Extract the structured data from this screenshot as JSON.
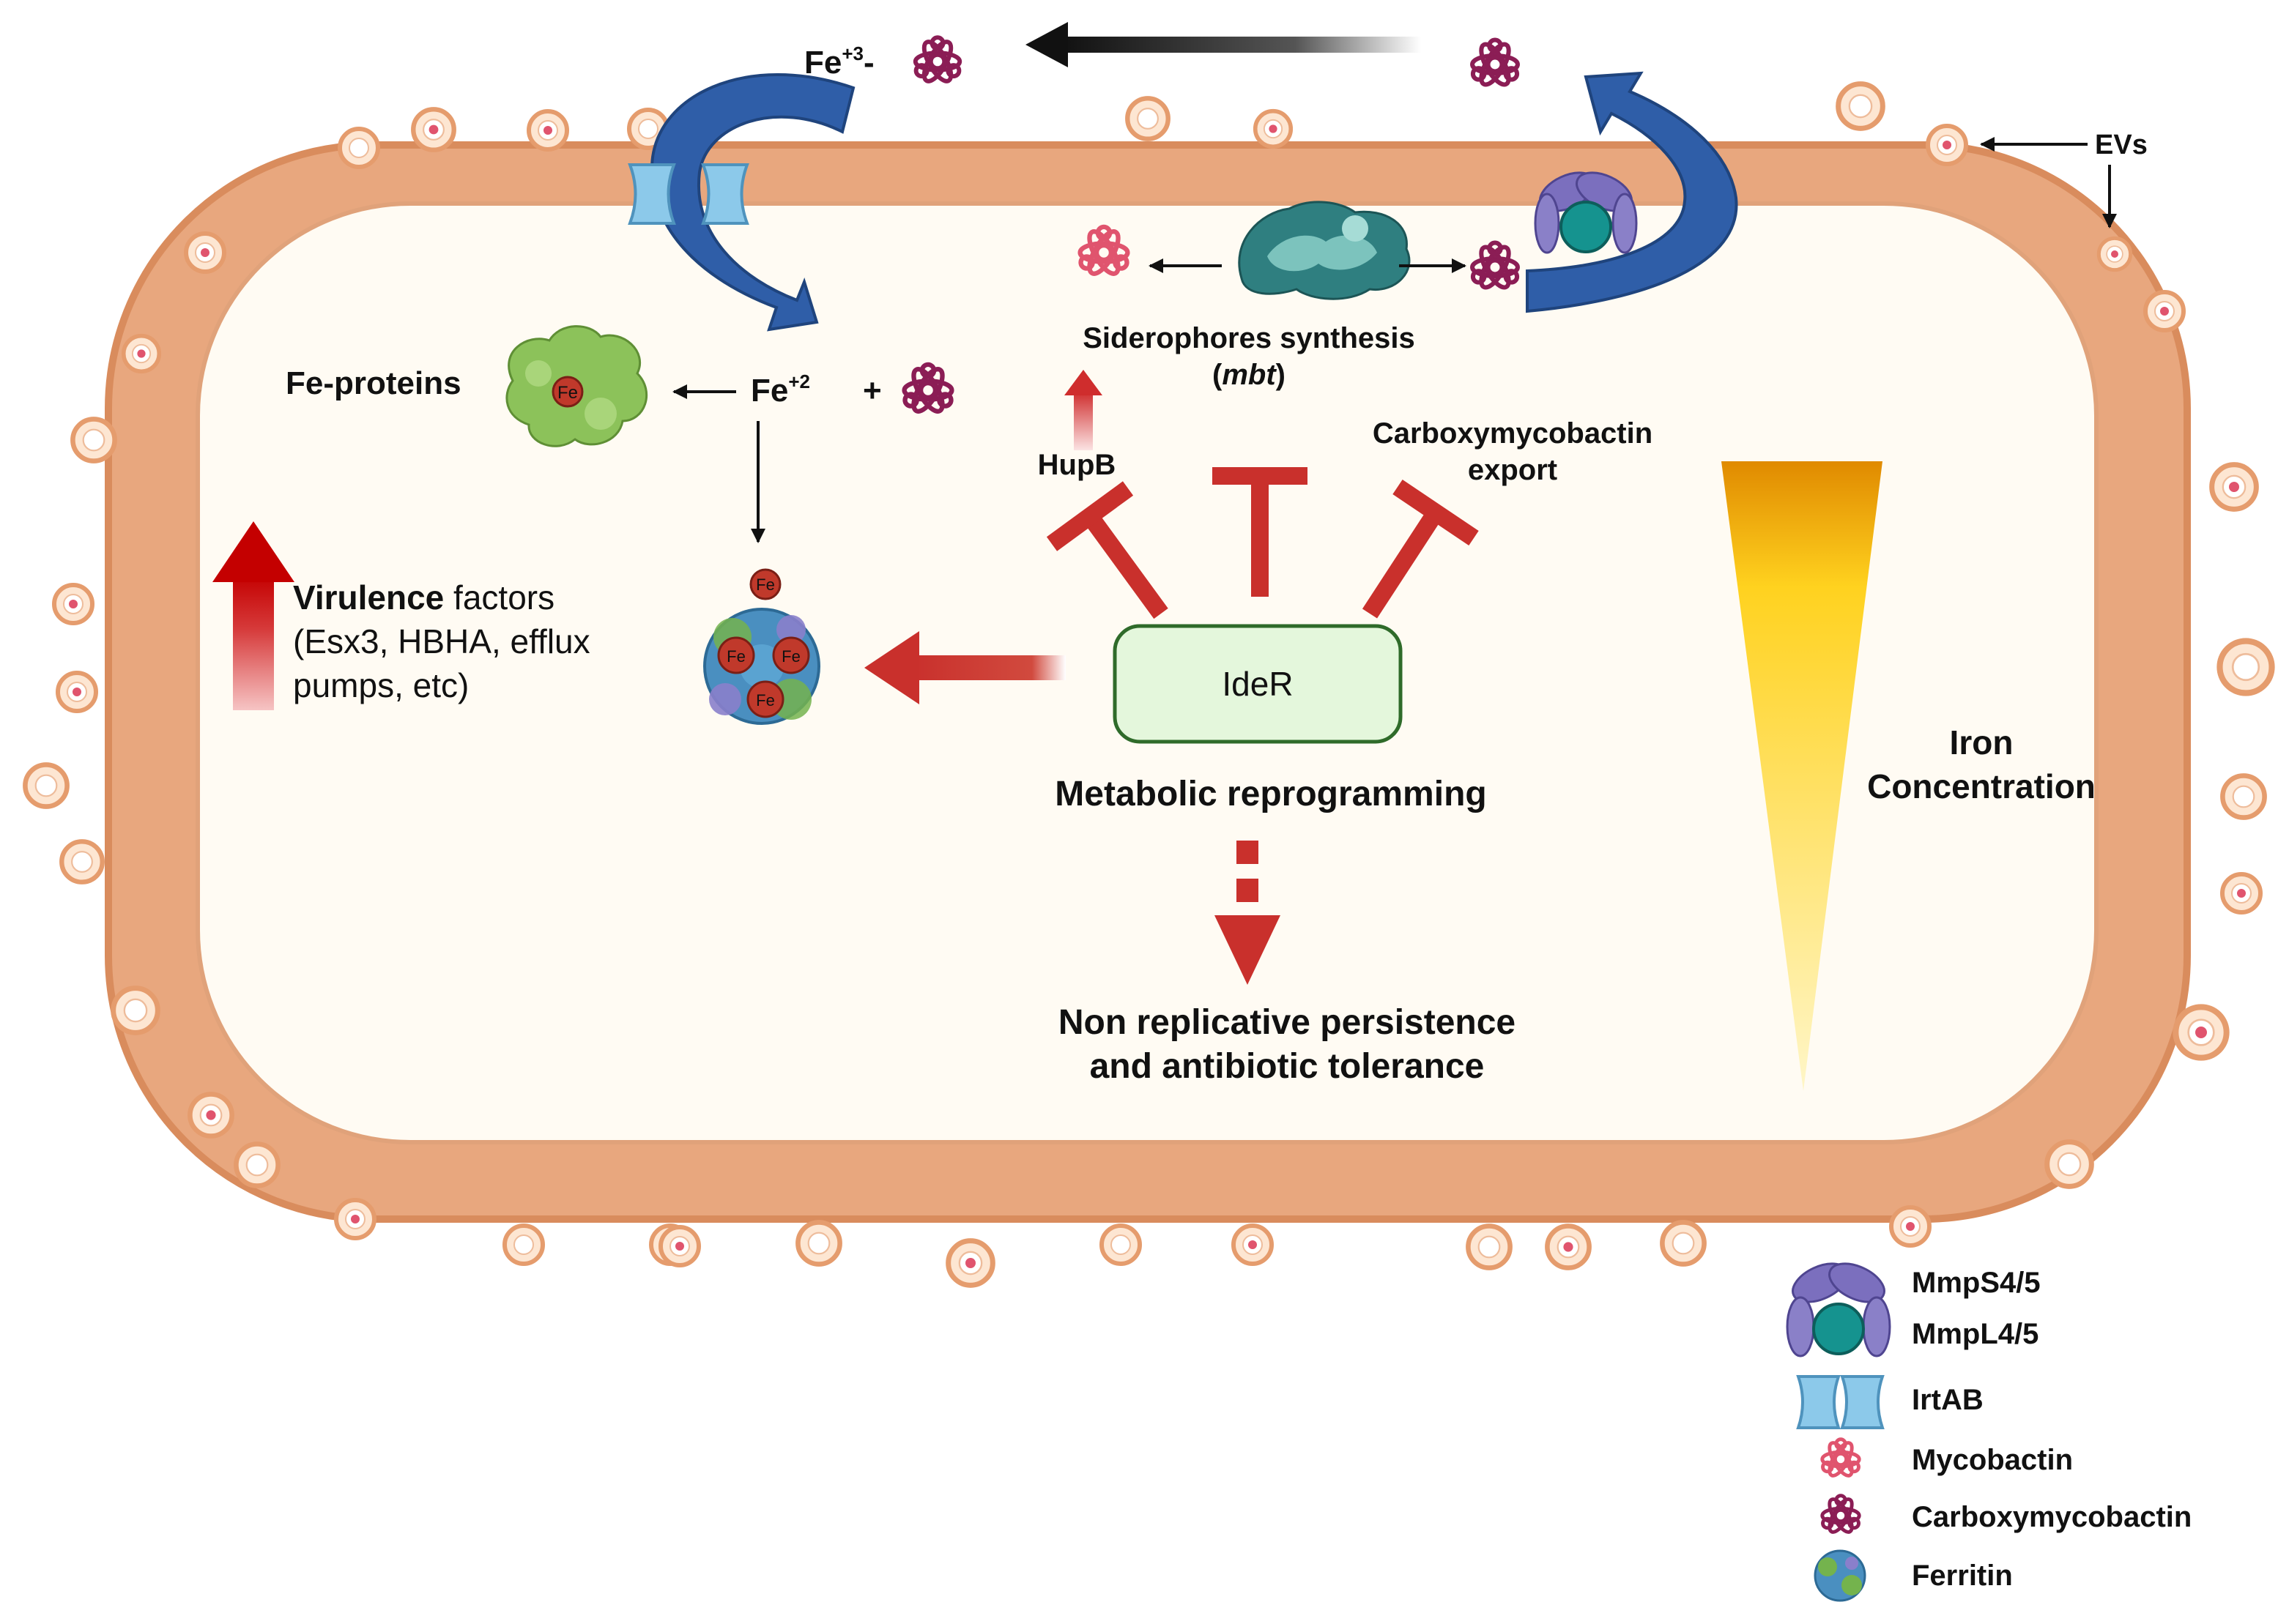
{
  "colors": {
    "cell_wall": "#e8a77e",
    "cell_wall_dark": "#d98c5d",
    "cytoplasm": "#fffbf3",
    "inhibition": "#c9302c",
    "transport_arrow": "#2f5ea8",
    "ider_fill": "#e4f7dc",
    "ider_stroke": "#2f6b2a",
    "mycobactin": "#e0546e",
    "carboxymycobactin": "#8b1d55",
    "ferritin": "#4a8fc0",
    "fe_protein": "#8cc25a",
    "irtab": "#8cc9ea",
    "mmp": "#7b6fbe",
    "mmpl": "#15938f",
    "iron_gradient_top": "#e08a00",
    "iron_gradient_mid": "#ffd21f",
    "iron_gradient_bottom": "#fff6c8"
  },
  "labels": {
    "fe3_base": "Fe",
    "fe3_sup": "+3",
    "fe3_dash": "-",
    "fe2_base": "Fe",
    "fe2_sup": "+2",
    "plus": "+",
    "fe_symbol": "Fe",
    "fe_proteins": "Fe-proteins",
    "siderophores_synthesis": "Siderophores synthesis",
    "mbt_open": "(",
    "mbt": "mbt",
    "mbt_close": ")",
    "hupb": "HupB",
    "carboxy_export_line1": "Carboxymycobactin",
    "carboxy_export_line2": "export",
    "virulence_bold": "Virulence",
    "virulence_rest": " factors",
    "virulence_line2": "(Esx3, HBHA, efflux",
    "virulence_line3": "pumps, etc)",
    "ider": "IdeR",
    "metabolic_reprogramming": "Metabolic reprogramming",
    "persistence_line1": "Non replicative persistence",
    "persistence_line2": "and antibiotic tolerance",
    "iron_line1": "Iron",
    "iron_line2": "Concentration",
    "evs": "EVs"
  },
  "legend": [
    {
      "label": "MmpS4/5",
      "icon": "mmps-icon"
    },
    {
      "label": "MmpL4/5",
      "icon": "mmpl-icon"
    },
    {
      "label": "IrtAB",
      "icon": "irtab-icon"
    },
    {
      "label": "Mycobactin",
      "icon": "mycobactin-icon"
    },
    {
      "label": "Carboxymycobactin",
      "icon": "carboxymycobactin-icon"
    },
    {
      "label": "Ferritin",
      "icon": "ferritin-icon"
    }
  ]
}
